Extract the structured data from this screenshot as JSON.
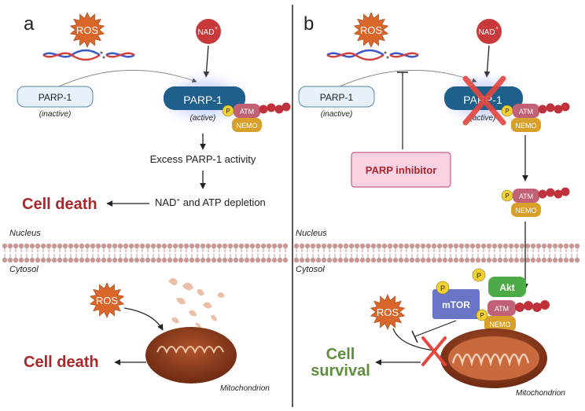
{
  "panels": {
    "a": {
      "letter": "a",
      "ros": "ROS",
      "nad": "NAD",
      "nad_sup": "+",
      "parp_inactive": "PARP-1",
      "parp_inactive_state": "(inactive)",
      "parp_active": "PARP-1",
      "parp_active_state": "(active)",
      "p": "P",
      "atm": "ATM",
      "nemo": "NEMO",
      "excess": "Excess PARP-1 activity",
      "depletion_nad": "NAD",
      "depletion_sup": "+",
      "depletion_rest": " and ATP depletion",
      "cell_death": "Cell death",
      "nucleus": "Nucleus",
      "cytosol": "Cytosol",
      "ros2": "ROS",
      "cell_death2": "Cell death",
      "mitochondrion": "Mitochondrion"
    },
    "b": {
      "letter": "b",
      "ros": "ROS",
      "nad": "NAD",
      "nad_sup": "+",
      "parp_inactive": "PARP-1",
      "parp_inactive_state": "(inactive)",
      "parp_active": "PARP-1",
      "parp_active_state": "(active)",
      "p": "P",
      "atm": "ATM",
      "nemo": "NEMO",
      "inhibitor": "PARP inhibitor",
      "nucleus": "Nucleus",
      "cytosol": "Cytosol",
      "akt": "Akt",
      "mtor": "mTOR",
      "ros2": "ROS",
      "cell": "Cell",
      "survival": "survival",
      "mitochondrion": "Mitochondrion"
    }
  },
  "colors": {
    "ros_fill": "#d9662a",
    "nad_fill": "#c7393a",
    "parp_active": "#1e5f8b",
    "parp_inactive": "#e7f1fa",
    "atm": "#c16176",
    "nemo": "#d8a02a",
    "p_circle": "#f2d033",
    "red_x": "#e5463f",
    "cell_death": "#a8282b",
    "survival": "#5e8f3c",
    "inhibitor_fill": "#f9d2e3",
    "akt": "#4caa47",
    "mtor": "#6a75c8",
    "membrane": "#c89898"
  }
}
